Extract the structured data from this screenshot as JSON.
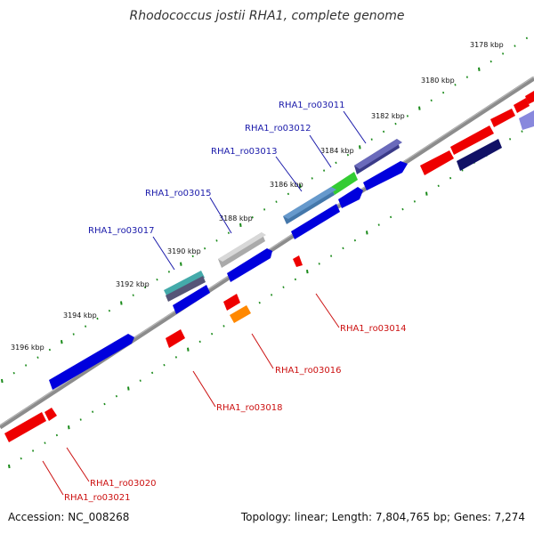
{
  "title": "Rhodococcus jostii RHA1, complete genome",
  "footer": {
    "accession": "Accession: NC_008268",
    "summary": "Topology: linear; Length: 7,804,765 bp; Genes: 7,274"
  },
  "colors": {
    "backbone": "#8c8c8c",
    "ticks": "#1a8a1a",
    "forward_label": "#1a1aaa",
    "reverse_label": "#cc1111"
  },
  "ruler_ticks": [
    "3178 kbp",
    "3180 kbp",
    "3182 kbp",
    "3184 kbp",
    "3186 kbp",
    "3188 kbp",
    "3190 kbp",
    "3192 kbp",
    "3194 kbp",
    "3196 kbp"
  ],
  "forward_genes": [
    "RHA1_ro03011",
    "RHA1_ro03012",
    "RHA1_ro03013",
    "RHA1_ro03015",
    "RHA1_ro03017"
  ],
  "reverse_genes": [
    "RHA1_ro03014",
    "RHA1_ro03016",
    "RHA1_ro03018",
    "RHA1_ro03020",
    "RHA1_ro03021"
  ]
}
